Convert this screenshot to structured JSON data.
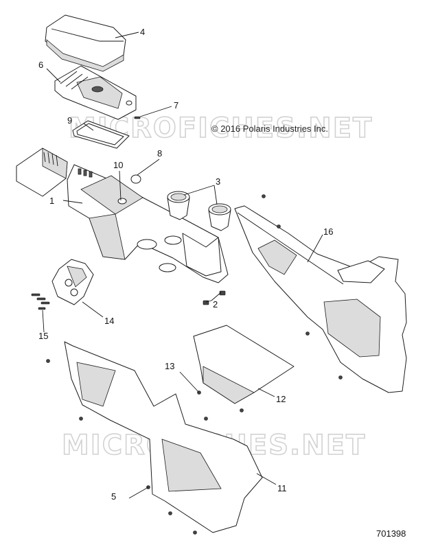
{
  "copyright": "© 2016 Polaris Industries Inc.",
  "watermark": "MICROFICHES.NET",
  "diagram_id": "701398",
  "callouts": {
    "c1": "1",
    "c2": "2",
    "c3": "3",
    "c4": "4",
    "c5": "5",
    "c6": "6",
    "c7": "7",
    "c8": "8",
    "c9": "9",
    "c10": "10",
    "c11": "11",
    "c12": "12",
    "c13": "13",
    "c14": "14",
    "c15": "15",
    "c16": "16"
  }
}
